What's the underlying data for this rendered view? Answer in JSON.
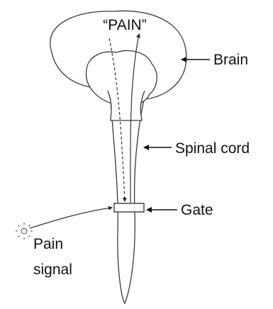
{
  "diagram": {
    "labels": {
      "pain_quote": "“PAIN”",
      "brain": "Brain",
      "spinal_cord": "Spinal cord",
      "gate": "Gate",
      "pain_signal_line1": "Pain",
      "pain_signal_line2": "signal"
    },
    "colors": {
      "outline": "#3a3a3a",
      "text": "#111111",
      "background": "#ffffff"
    },
    "icons": {
      "stimulus": "sun-burst-icon"
    }
  }
}
